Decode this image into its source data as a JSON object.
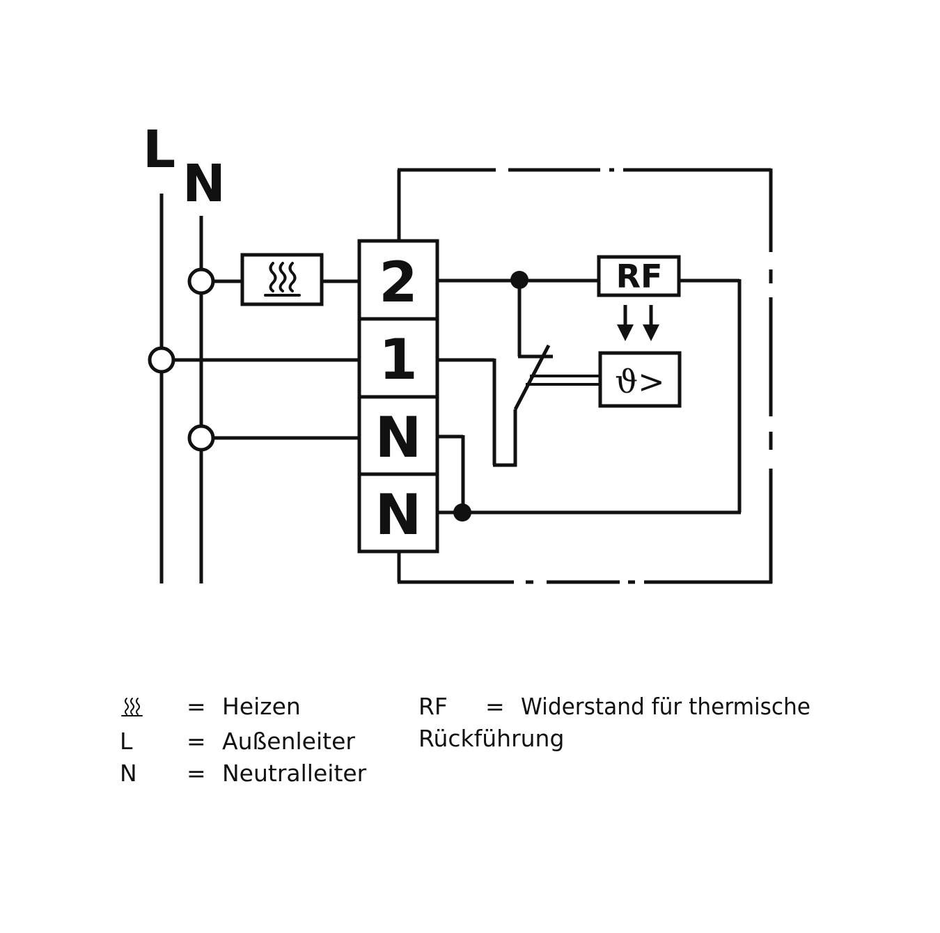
{
  "labels": {
    "L": "L",
    "N": "N",
    "terminal_2": "2",
    "terminal_1": "1",
    "terminal_N_upper": "N",
    "terminal_N_lower": "N",
    "rf_box": "RF",
    "sensor_box": "ϑ>"
  },
  "legend": [
    {
      "symbol_icon": "heating-symbol-icon",
      "eq": "=",
      "text": "Heizen"
    },
    {
      "symbol": "L",
      "eq": "=",
      "text": "Außenleiter"
    },
    {
      "symbol": "N",
      "eq": "=",
      "text": "Neutralleiter"
    },
    {
      "symbol": "RF",
      "eq": "=",
      "text": "Widerstand für thermische",
      "text2": "Rückführung"
    }
  ]
}
